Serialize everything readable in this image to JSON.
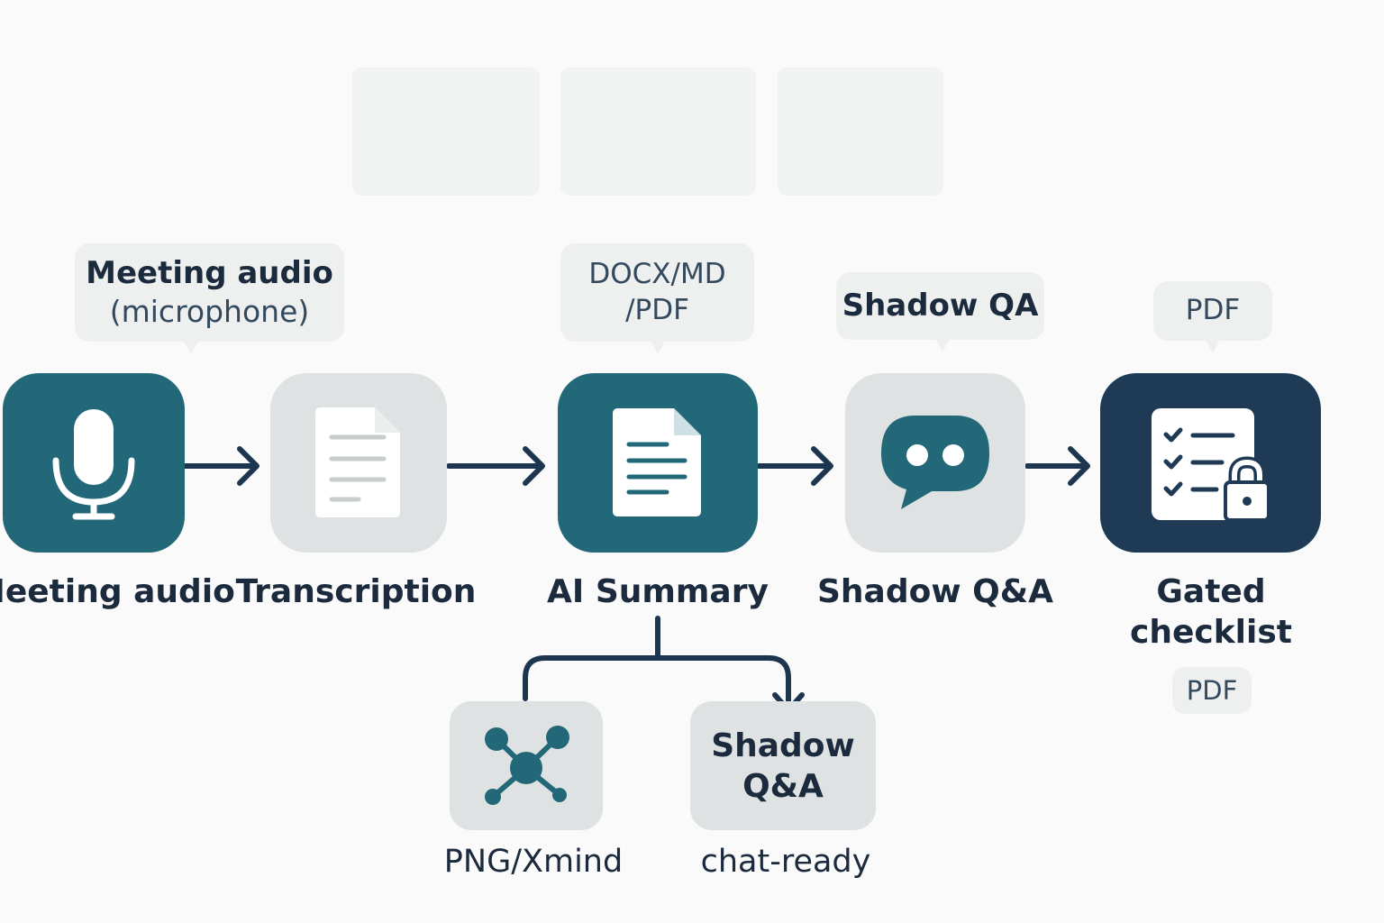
{
  "colors": {
    "teal": "#226878",
    "navy": "#1f3a55",
    "node_gray": "#dfe2e2",
    "bubble_gray": "#eef0f0",
    "ink": "#1b2a3d"
  },
  "callouts": {
    "audio": {
      "line1": "Meeting audio",
      "line2": "(microphone)"
    },
    "summary": {
      "line1": "DOCX/MD",
      "line2": "/PDF"
    },
    "qa": {
      "line1": "Shadow QA"
    },
    "checklist": {
      "line1": "PDF"
    }
  },
  "nodes": [
    {
      "id": "meeting-audio",
      "label": "Meeting audio",
      "icon": "microphone-icon"
    },
    {
      "id": "transcription",
      "label": "Transcription",
      "icon": "document-icon"
    },
    {
      "id": "ai-summary",
      "label": "AI Summary",
      "icon": "document-icon"
    },
    {
      "id": "shadow-qa",
      "label": "Shadow Q&A",
      "icon": "chat-bubble-icon"
    },
    {
      "id": "gated-checklist",
      "label_line1": "Gated",
      "label_line2": "checklist",
      "icon": "locked-checklist-icon",
      "badge": "PDF"
    }
  ],
  "sub_outputs": [
    {
      "id": "mindmap",
      "icon": "network-icon",
      "label": "PNG/Xmind"
    },
    {
      "id": "shadow-qa-card",
      "card_line1": "Shadow",
      "card_line2": "Q&A",
      "label": "chat-ready"
    }
  ]
}
